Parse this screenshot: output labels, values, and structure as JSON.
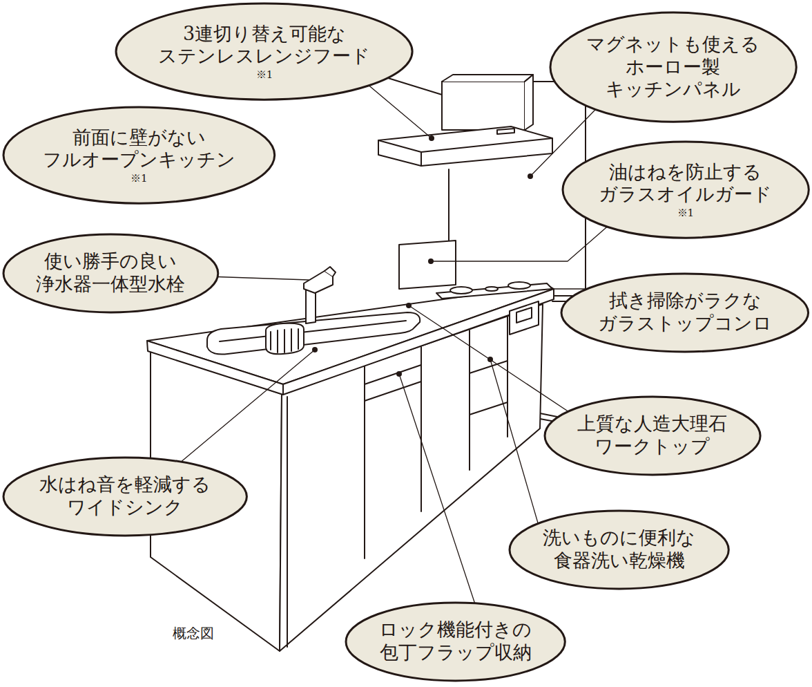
{
  "diagram": {
    "nodes": [
      {
        "text": [
          "3連切り替え可能な ステンレスレンジフード",
          "※1"
        ]
      },
      {
        "text": [
          "マグネットも使える ホーロー製 キッチンパネル"
        ]
      },
      {
        "text": [
          "前面に壁がない フルオープンキッチン",
          "※1"
        ]
      },
      {
        "text": [
          "油はねを防止する ガラスオイルガード",
          "※1"
        ]
      },
      {
        "text": [
          "使い勝手の良い 浄水器一体型水栓"
        ]
      },
      {
        "text": [
          "拭き掃除がラクな ガラストップコンロ"
        ]
      },
      {
        "text": [
          "上質な人造大理石 ワークトップ"
        ]
      },
      {
        "text": [
          "水はね音を軽減する ワイドシンク"
        ]
      },
      {
        "text": [
          "洗いものに便利な 食器洗い乾燥機"
        ]
      },
      {
        "text": [
          "ロック機能付きの 包丁フラップ収納"
        ]
      }
    ],
    "labels": [
      "概念図"
    ]
  }
}
